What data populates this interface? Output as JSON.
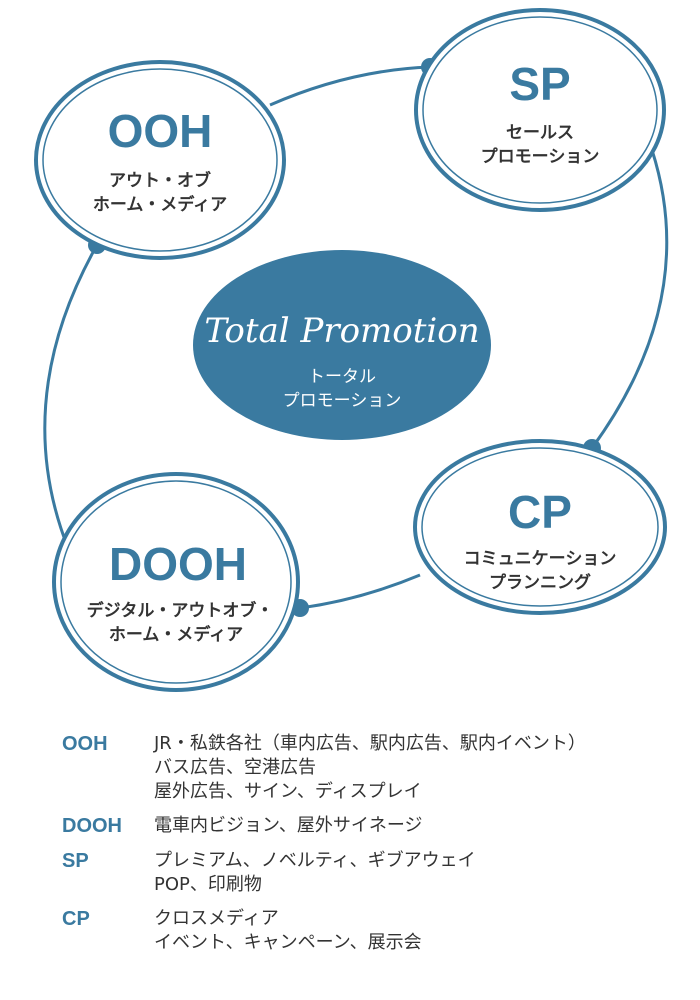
{
  "accent_color": "#3a7aa0",
  "center": {
    "title": "Total Promotion",
    "sub_lines": [
      "トータル",
      "プロモーション"
    ]
  },
  "nodes": {
    "ooh": {
      "abbr": "OOH",
      "sub_lines": [
        "アウト・オブ",
        "ホーム・メディア"
      ]
    },
    "sp": {
      "abbr": "SP",
      "sub_lines": [
        "セールス",
        "プロモーション"
      ]
    },
    "cp": {
      "abbr": "CP",
      "sub_lines": [
        "コミュニケーション",
        "プランニング"
      ]
    },
    "dooh": {
      "abbr": "DOOH",
      "sub_lines": [
        "デジタル・アウトオブ・",
        "ホーム・メディア"
      ]
    }
  },
  "legend": [
    {
      "key": "OOH",
      "lines": [
        "JR・私鉄各社（車内広告、駅内広告、駅内イベント）",
        "バス広告、空港広告",
        "屋外広告、サイン、ディスプレイ"
      ]
    },
    {
      "key": "DOOH",
      "lines": [
        "電車内ビジョン、屋外サイネージ"
      ]
    },
    {
      "key": "SP",
      "lines": [
        "プレミアム、ノベルティ、ギブアウェイ",
        "POP、印刷物"
      ]
    },
    {
      "key": "CP",
      "lines": [
        "クロスメディア",
        "イベント、キャンペーン、展示会"
      ]
    }
  ]
}
